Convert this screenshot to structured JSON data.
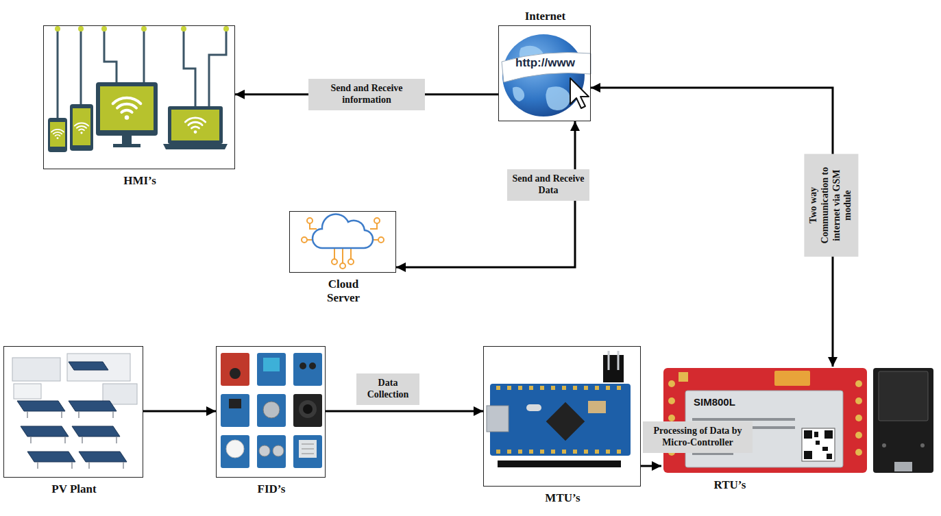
{
  "diagram": {
    "nodes": [
      {
        "text": [
          "HMI’s"
        ]
      },
      {
        "text": [
          "Internet"
        ]
      },
      {
        "text": [
          "Cloud Server"
        ]
      },
      {
        "text": [
          "PV Plant"
        ]
      },
      {
        "text": [
          "FID’s"
        ]
      },
      {
        "text": [
          "MTU’s"
        ]
      },
      {
        "text": [
          "RTU’s"
        ]
      }
    ],
    "edges": [
      {
        "from": 1,
        "to": 0,
        "arrow": "to",
        "label": "Send and Receive information"
      },
      {
        "from": 2,
        "to": 1,
        "arrow": "both",
        "label": "Send and Receive Data"
      },
      {
        "from": 3,
        "to": 4,
        "arrow": "to"
      },
      {
        "from": 4,
        "to": 5,
        "arrow": "to",
        "label": "Data Collection"
      },
      {
        "from": 5,
        "to": 6,
        "arrow": "to",
        "label": "Processing of Data by Micro-Controller"
      },
      {
        "from": 6,
        "to": 1,
        "arrow": "both",
        "label": "Two way Communication to internet via GSM module"
      }
    ],
    "labels": [
      "http://www",
      "SIM800L"
    ]
  }
}
